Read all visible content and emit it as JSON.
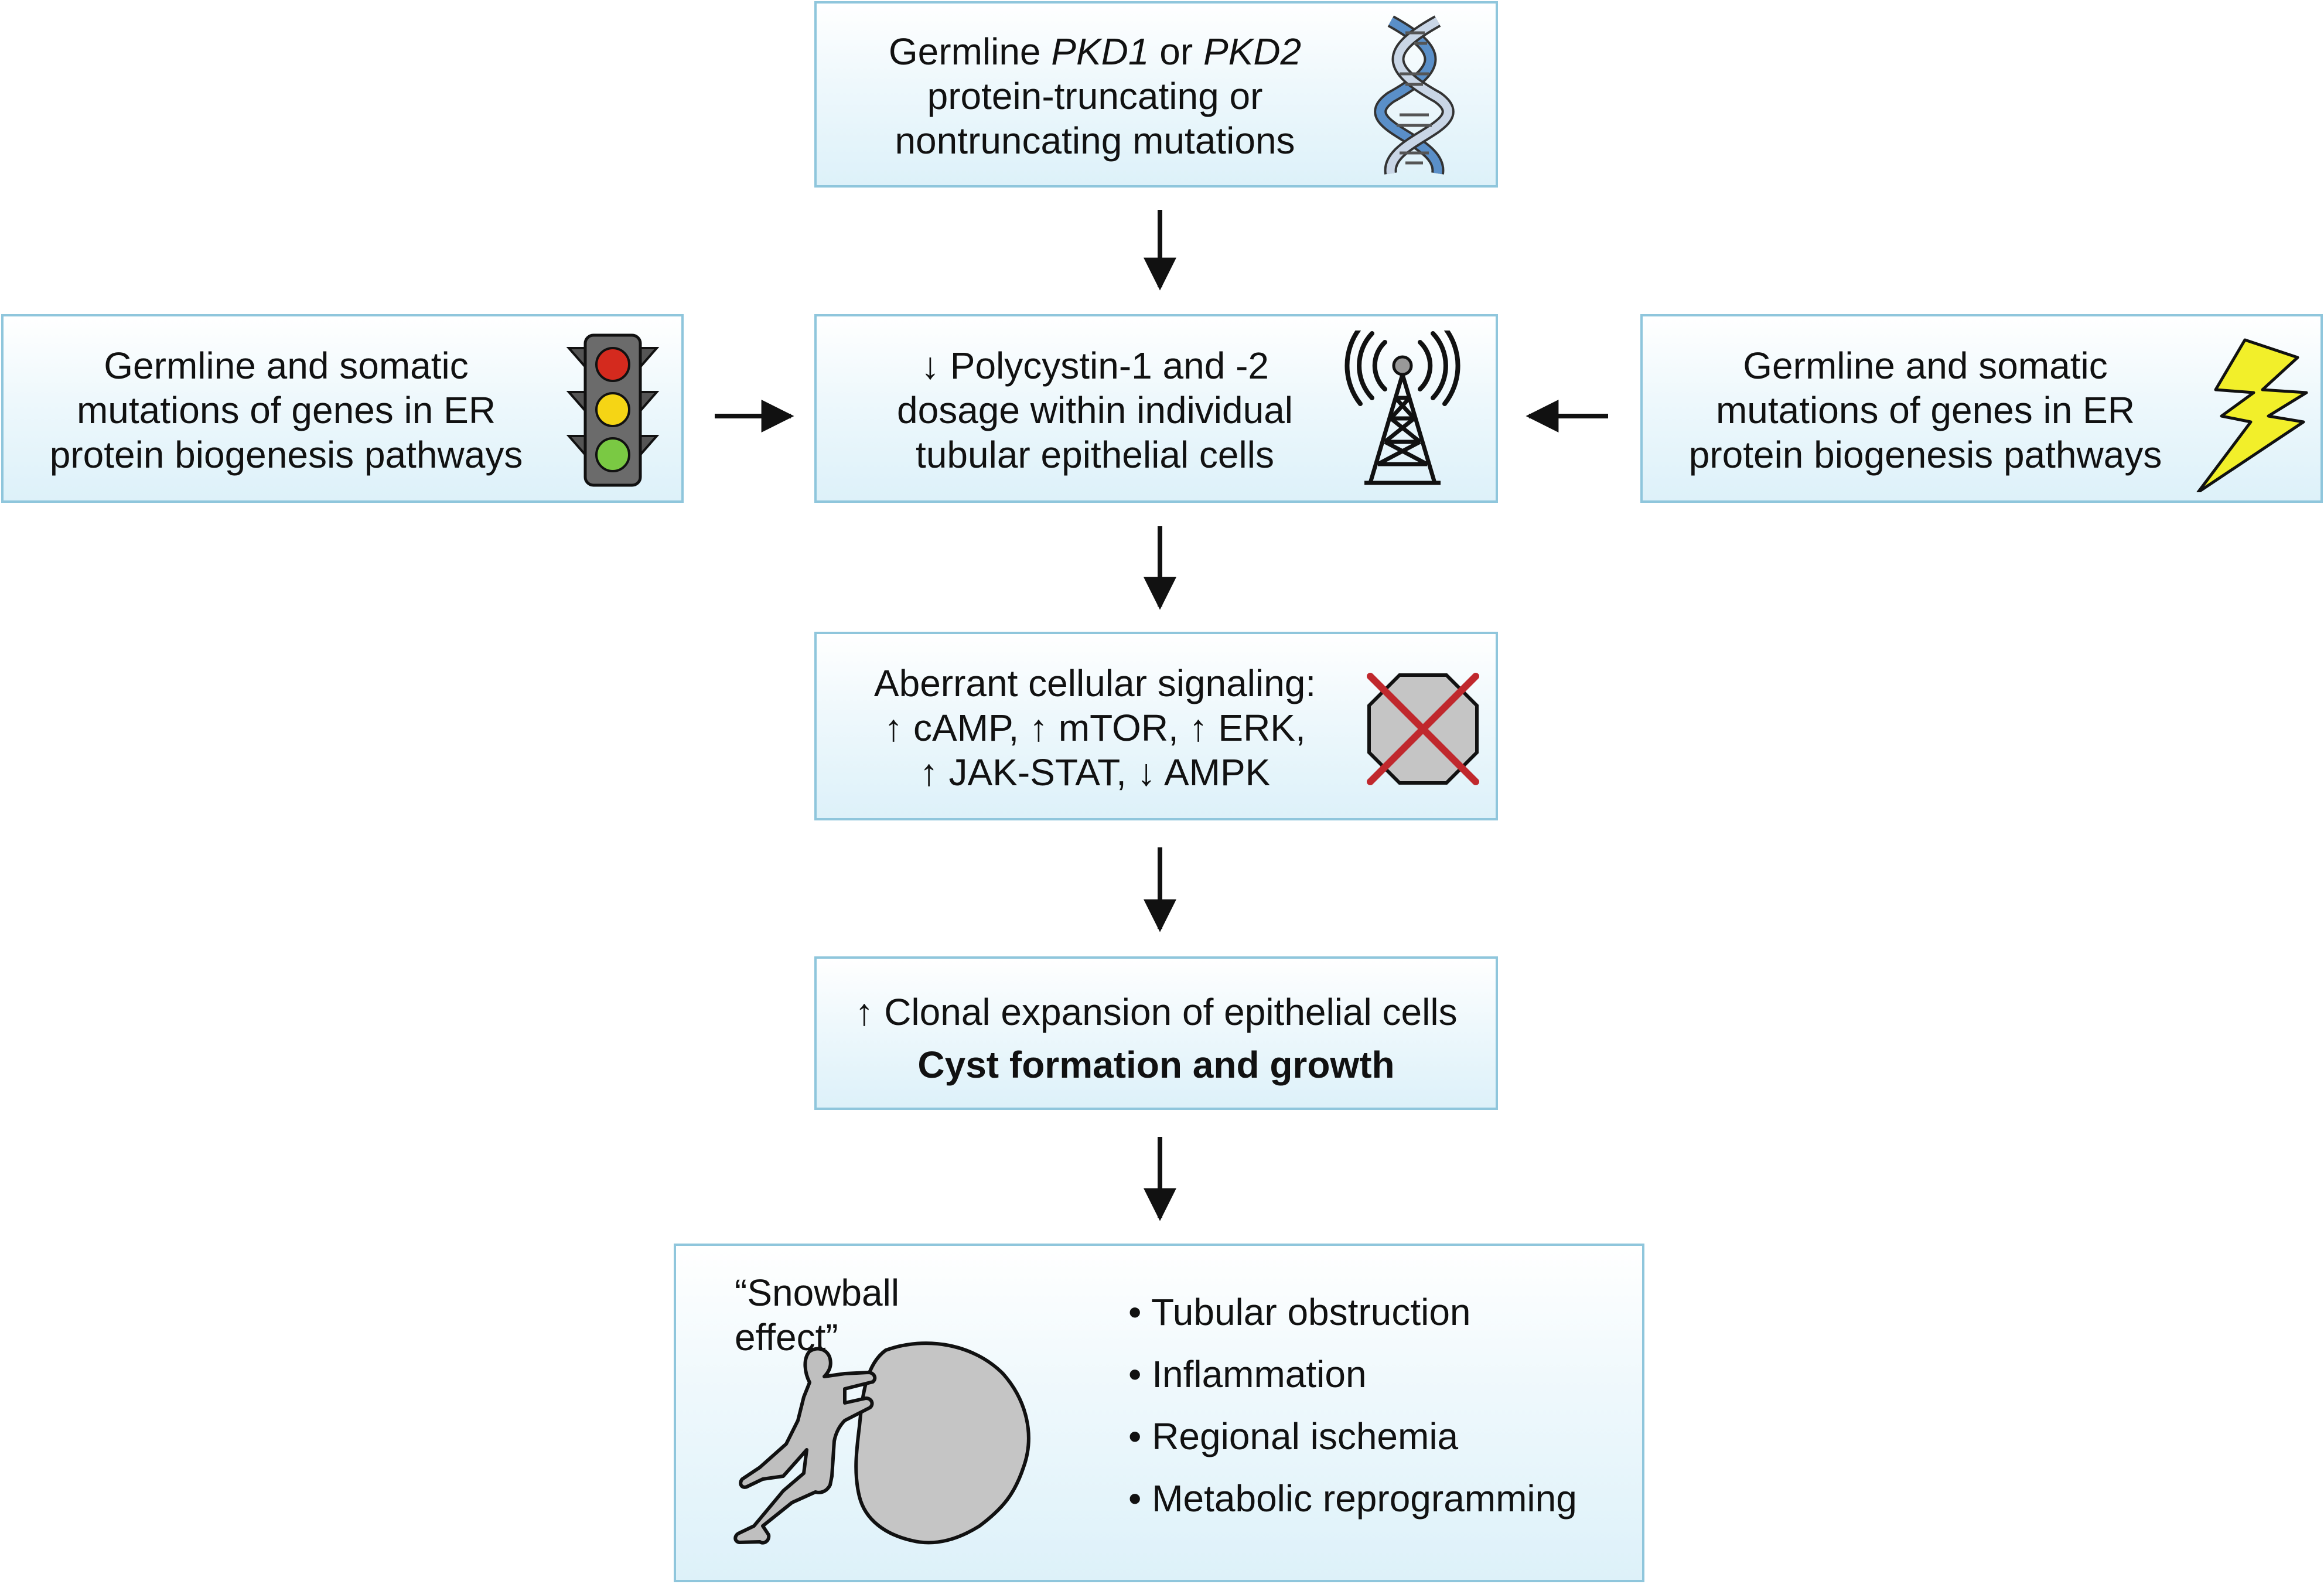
{
  "top_box": {
    "line1_pre": "Germline ",
    "gene1": "PKD1",
    "line1_mid": " or ",
    "gene2": "PKD2",
    "line2": "protein-truncating or",
    "line3": "nontruncating mutations",
    "icon": "dna-helix-icon"
  },
  "left_box": {
    "line1": "Germline and somatic",
    "line2": "mutations of genes in ER",
    "line3": "protein biogenesis pathways",
    "icon": "traffic-light-icon"
  },
  "center_box": {
    "line1": "↓ Polycystin-1 and -2",
    "line2": "dosage within individual",
    "line3": "tubular epithelial cells",
    "icon": "signal-tower-icon"
  },
  "right_box": {
    "line1": "Germline and somatic",
    "line2": "mutations of genes in ER",
    "line3": "protein biogenesis pathways",
    "icon": "lightning-bolt-icon"
  },
  "signaling_box": {
    "line1": "Aberrant cellular signaling:",
    "line2": "↑ cAMP, ↑ mTOR, ↑ ERK,",
    "line3": "↑ JAK-STAT, ↓ AMPK",
    "icon": "blocked-stop-sign-icon"
  },
  "clonal_box": {
    "line1": "↑ Clonal expansion of epithelial cells",
    "line2": "Cyst formation and growth"
  },
  "snowball_box": {
    "title": "“Snowball effect”",
    "bullets": [
      "• Tubular obstruction",
      "• Inflammation",
      "• Regional ischemia",
      "• Metabolic reprogramming"
    ],
    "icon": "person-pushing-boulder-icon"
  },
  "colors": {
    "box_border": "#8fc6dc",
    "box_fill": "#ddf1f9",
    "red_light": "#d42a1e",
    "yellow_light": "#f5d515",
    "green_light": "#7ac943",
    "lightning": "#f2ef2a",
    "cross": "#c0282d"
  }
}
